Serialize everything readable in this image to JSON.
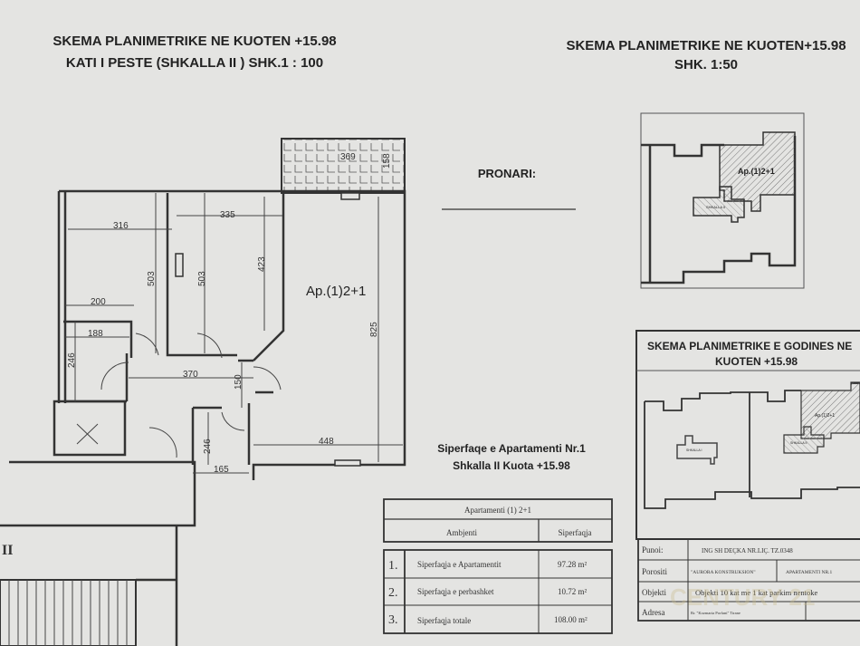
{
  "header": {
    "left_title_1": "SKEMA PLANIMETRIKE NE KUOTEN +15.98",
    "left_title_2": "KATI I PESTE (SHKALLA II )  SHK.1 : 100",
    "right_title_1": "SKEMA PLANIMETRIKE NE KUOTEN+15.98",
    "right_title_2": "SHK. 1:50"
  },
  "owner_label": "PRONARI:",
  "floor_plan": {
    "apartment_label": "Ap.(1)2+1",
    "stair_label": "II",
    "dimensions": [
      "369",
      "158",
      "316",
      "335",
      "503",
      "503",
      "423",
      "825",
      "200",
      "188",
      "246",
      "370",
      "150",
      "246",
      "165",
      "448"
    ]
  },
  "key_plan": {
    "apartment_label": "Ap.(1)2+1",
    "stair_label": "SHKALLA II"
  },
  "building_plan": {
    "title_1": "SKEMA PLANIMETRIKE E GODINES NE",
    "title_2": "KUOTEN +15.98",
    "stair_1_label": "SHKALLA I",
    "stair_2_label": "SHKALLA II",
    "apartment_label": "Ap.(1)2+1"
  },
  "area_caption": {
    "line_1": "Siperfaqe e Apartamenti Nr.1",
    "line_2": "Shkalla II Kuota +15.98"
  },
  "area_table": {
    "title": "Apartamenti (1) 2+1",
    "col_env": "Ambjenti",
    "col_area": "Siperfaqja",
    "rows": [
      {
        "num": "1.",
        "label": "Siperfaqja e Apartamentit",
        "value": "97.28  m²"
      },
      {
        "num": "2.",
        "label": "Siperfaqja e perbashket",
        "value": "10.72  m²"
      },
      {
        "num": "3.",
        "label": "Siperfaqja totale",
        "value": "108.00  m²"
      }
    ]
  },
  "info_table": {
    "rows": [
      {
        "label": "Punoi:",
        "value": "ING SH DEÇKA NR.LIÇ. TZ.0348",
        "extra": ""
      },
      {
        "label": "Porositi",
        "value": "\"AURORA KONSTRUKSION\"",
        "extra": "APARTAMENTI NR.1"
      },
      {
        "label": "Objekti",
        "value": "Objekti 10 kat me 1 kat parkim nentoke",
        "extra": ""
      },
      {
        "label": "Adresa",
        "value": "Rr. \"Kozmaria Porfani\" Tirane",
        "extra": ""
      }
    ]
  },
  "watermark": "CENTURY 21"
}
